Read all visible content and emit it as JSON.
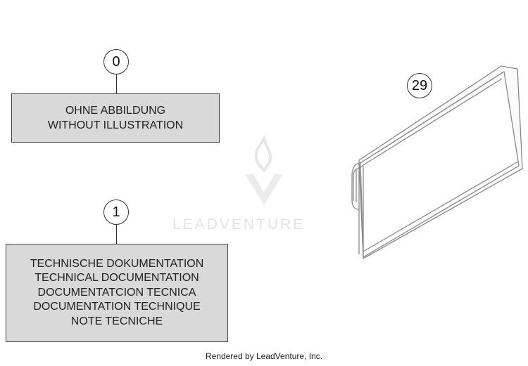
{
  "callouts": {
    "c0": "0",
    "c1": "1",
    "c29": "29"
  },
  "boxes": {
    "box0": [
      "OHNE ABBILDUNG",
      "WITHOUT ILLUSTRATION"
    ],
    "box1": [
      "TECHNISCHE DOKUMENTATION",
      "TECHNICAL DOCUMENTATION",
      "DOCUMENTATCION TECNICA",
      "DOCUMENTATION TECHNIQUE",
      "NOTE TECNICHE"
    ]
  },
  "watermark": {
    "text": "LEADVENTURE"
  },
  "footer": {
    "text": "Rendered by LeadVenture, Inc."
  },
  "colors": {
    "box_fill": "#d9d9d9",
    "watermark": "#e3e3e3"
  }
}
